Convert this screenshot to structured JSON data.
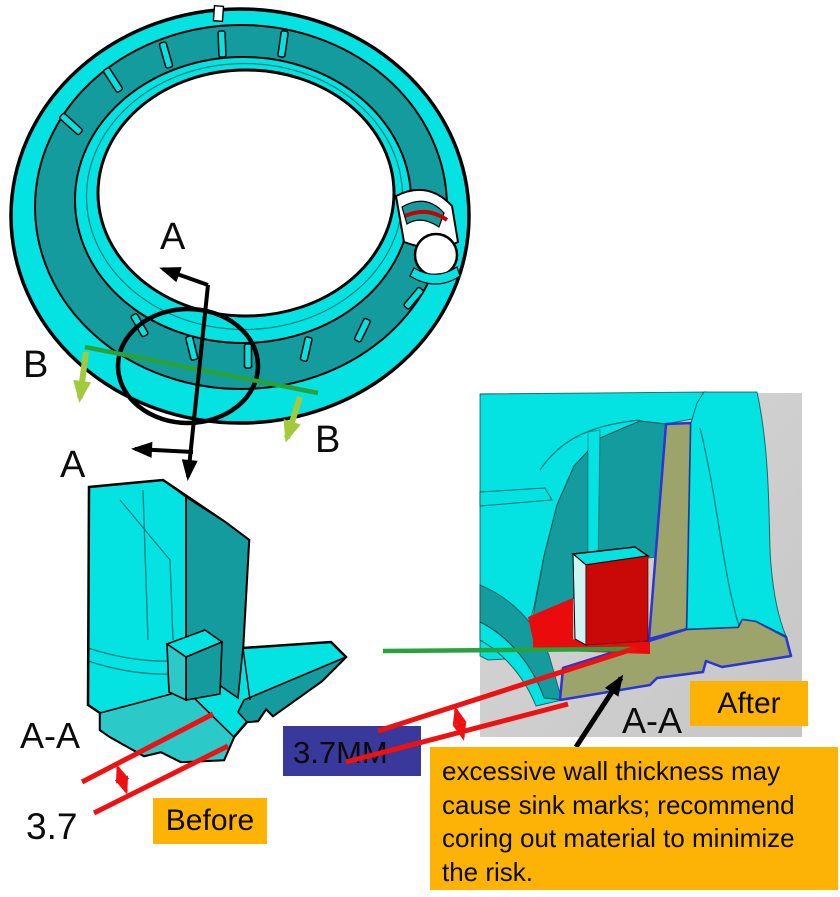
{
  "colors": {
    "part_bright": "#05E2E2",
    "part_mid": "#2CC9C9",
    "part_dark": "#149B9E",
    "highlight_red_bright": "#EA0C0C",
    "highlight_red_dark": "#C90808",
    "section_olive": "#9CA36B",
    "outline_blue": "#2B35D6",
    "section_line_green": "#28A33C",
    "arrow_green": "#A2CA3C",
    "dimension_red": "#EE1111",
    "label_bg_orange": "#FCB306",
    "label_bg_navy": "#39389B",
    "panel_gray": "#CFCFCF"
  },
  "ring_view": {
    "section_a_label_top": "A",
    "section_a_label_bottom": "A",
    "section_b_label_left": "B",
    "section_b_label_right": "B"
  },
  "before_view": {
    "section_label": "A-A",
    "thickness_value": "3.7",
    "state_label": "Before"
  },
  "thickness_callout": {
    "text": "3.7MM"
  },
  "after_view": {
    "section_label": "A-A",
    "state_label": "After"
  },
  "recommendation_note": {
    "text": "excessive wall thickness may cause sink marks; recommend coring out material to minimize the risk."
  }
}
